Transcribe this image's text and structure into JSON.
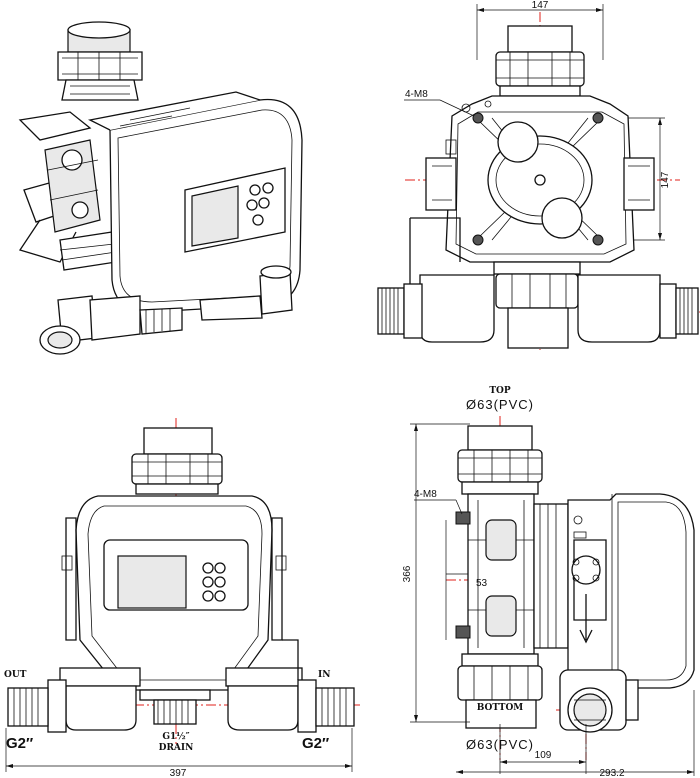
{
  "views": {
    "isometric": {
      "name": "isometric-view"
    },
    "back": {
      "width_label": "147",
      "height_label": "147",
      "bolt_label": "4-M8"
    },
    "front": {
      "out_label": "OUT",
      "in_label": "IN",
      "thread_left": "G2″",
      "thread_right": "G2″",
      "drain_thread": "G1½″",
      "drain_label": "DRAIN",
      "width_label": "397"
    },
    "side": {
      "top_label": "TOP",
      "top_pipe": "Ø63(PVC)",
      "bolt_label": "4-M8",
      "height_label": "366",
      "depth_label": "53",
      "bottom_label": "BOTTOM",
      "bottom_pipe": "Ø63(PVC)",
      "offset_label": "109",
      "overall_label": "293.2"
    }
  }
}
